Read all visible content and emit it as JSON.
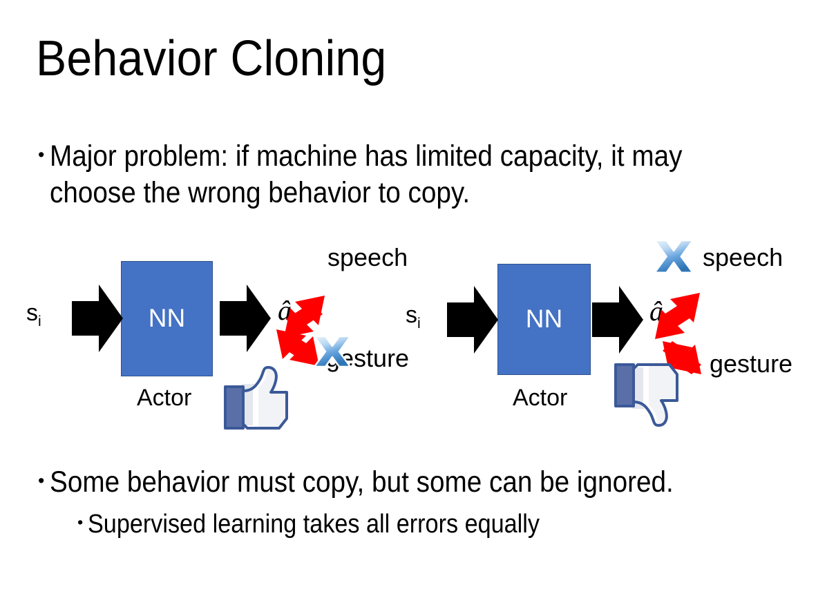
{
  "slide": {
    "title": "Behavior Cloning",
    "background_color": "#FFFFFF",
    "text_color": "#000000"
  },
  "bullets": {
    "top": {
      "marker": "•",
      "text": "Major problem: if machine has limited capacity, it may choose the wrong behavior to copy."
    },
    "bottom_primary": {
      "marker": "•",
      "text": "Some behavior must copy, but some can be ignored."
    },
    "bottom_secondary": {
      "marker": "•",
      "text": "Supervised learning takes all errors equally"
    }
  },
  "diagram": {
    "colors": {
      "nn_fill": "#4472C4",
      "nn_border": "#2F528F",
      "nn_text": "#FFFFFF",
      "arrow_black": "#000000",
      "arrow_red": "#FF0000",
      "cross_blue_light": "#DCEBFA",
      "cross_blue_mid": "#7FB2E5",
      "cross_blue_dark": "#2E75B6",
      "thumb_outline": "#3B5998",
      "thumb_fill": "#FFFFFF",
      "thumb_cuff": "#5A6FA8",
      "thumb_shadow": "#E4E7EE"
    },
    "panels": [
      {
        "id": "left",
        "input_label": "s",
        "input_subscript": "i",
        "box_label": "NN",
        "box_caption": "Actor",
        "output_label": "â",
        "output_subscript": "i",
        "branch_top_label": "speech",
        "branch_bottom_label": "gesture",
        "cross_on": "gesture",
        "verdict_icon": "thumbs-up-icon"
      },
      {
        "id": "right",
        "input_label": "s",
        "input_subscript": "i",
        "box_label": "NN",
        "box_caption": "Actor",
        "output_label": "â",
        "output_subscript": "i",
        "branch_top_label": "speech",
        "branch_bottom_label": "gesture",
        "cross_on": "speech",
        "verdict_icon": "thumbs-down-icon"
      }
    ]
  }
}
